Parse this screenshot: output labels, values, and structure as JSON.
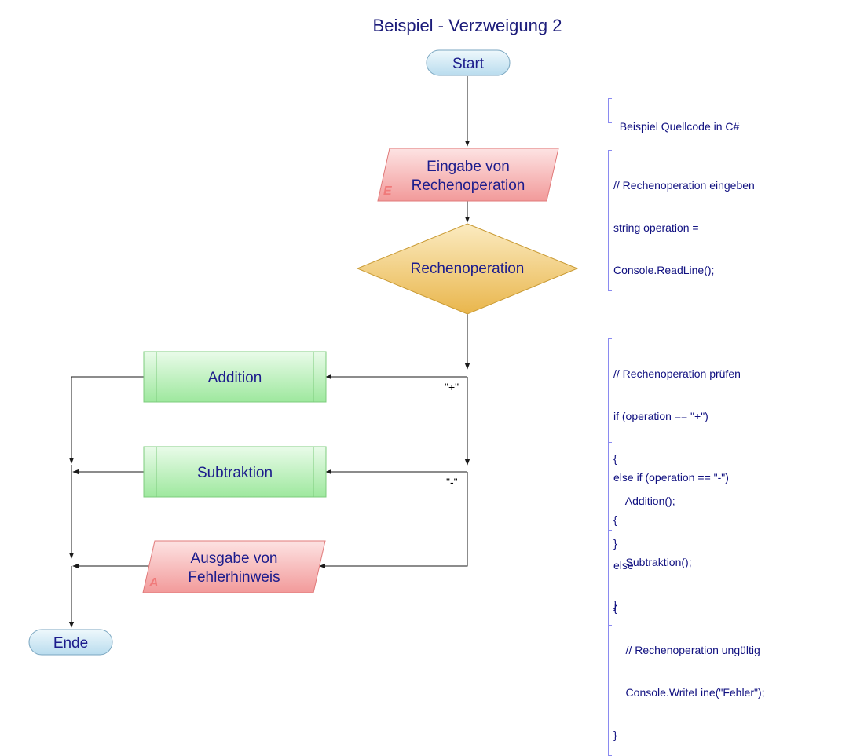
{
  "title": "Beispiel - Verzweigung 2",
  "nodes": {
    "start": "Start",
    "input": {
      "line1": "Eingabe von",
      "line2": "Rechenoperation",
      "marker": "E"
    },
    "decision": "Rechenoperation",
    "addition": "Addition",
    "subtraction": "Subtraktion",
    "output": {
      "line1": "Ausgabe von",
      "line2": "Fehlerhinweis",
      "marker": "A"
    },
    "end": "Ende"
  },
  "branches": {
    "plus": "\"+\"",
    "minus": "\"-\""
  },
  "code": {
    "header": "Beispiel Quellcode in C#",
    "input": [
      "// Rechenoperation eingeben",
      "string operation =",
      "Console.ReadLine();"
    ],
    "check_plus": [
      "// Rechenoperation prüfen",
      "if (operation == \"+\")",
      "{",
      "    Addition();",
      "}"
    ],
    "check_minus": [
      "else if (operation == \"-\")",
      "{",
      "    Subtraktion();",
      "}"
    ],
    "else_branch": [
      "else",
      "{",
      "    // Rechenoperation ungültig",
      "    Console.WriteLine(\"Fehler\");",
      "}"
    ]
  },
  "colors": {
    "line": "#1a1a1a",
    "text": "#1c1c8c",
    "terminal_fill": "#cfe8f4",
    "io_fill": "#f4a0a0",
    "decision_fill": "#f1c868",
    "process_fill": "#aef0ae",
    "annotation_bracket": "#8a8af0"
  }
}
